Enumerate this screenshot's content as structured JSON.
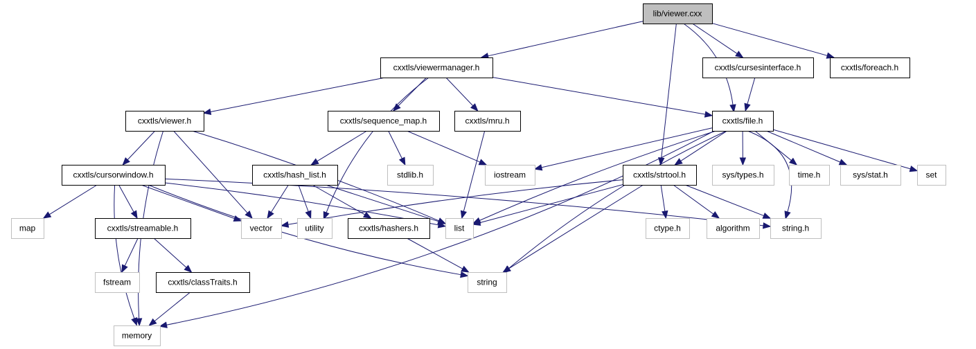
{
  "graph": {
    "colors": {
      "edge": "#191970",
      "root_fill": "#bfbfbf",
      "local_border": "#000000",
      "system_border": "#bfbfbf"
    },
    "nodes": {
      "root": {
        "label": "lib/viewer.cxx",
        "kind": "root"
      },
      "viewermanager": {
        "label": "cxxtls/viewermanager.h",
        "kind": "local"
      },
      "cursesinterface": {
        "label": "cxxtls/cursesinterface.h",
        "kind": "local"
      },
      "foreach": {
        "label": "cxxtls/foreach.h",
        "kind": "local"
      },
      "viewer": {
        "label": "cxxtls/viewer.h",
        "kind": "local"
      },
      "sequence_map": {
        "label": "cxxtls/sequence_map.h",
        "kind": "local"
      },
      "mru": {
        "label": "cxxtls/mru.h",
        "kind": "local"
      },
      "file": {
        "label": "cxxtls/file.h",
        "kind": "local"
      },
      "cursorwindow": {
        "label": "cxxtls/cursorwindow.h",
        "kind": "local"
      },
      "hash_list": {
        "label": "cxxtls/hash_list.h",
        "kind": "local"
      },
      "stdlib": {
        "label": "stdlib.h",
        "kind": "system"
      },
      "iostream": {
        "label": "iostream",
        "kind": "system"
      },
      "strtool": {
        "label": "cxxtls/strtool.h",
        "kind": "local"
      },
      "systypes": {
        "label": "sys/types.h",
        "kind": "system"
      },
      "timeh": {
        "label": "time.h",
        "kind": "system"
      },
      "sysstat": {
        "label": "sys/stat.h",
        "kind": "system"
      },
      "set": {
        "label": "set",
        "kind": "system"
      },
      "map": {
        "label": "map",
        "kind": "system"
      },
      "streamable": {
        "label": "cxxtls/streamable.h",
        "kind": "local"
      },
      "vector": {
        "label": "vector",
        "kind": "system"
      },
      "utility": {
        "label": "utility",
        "kind": "system"
      },
      "hashers": {
        "label": "cxxtls/hashers.h",
        "kind": "local"
      },
      "list": {
        "label": "list",
        "kind": "system"
      },
      "ctype": {
        "label": "ctype.h",
        "kind": "system"
      },
      "algorithm": {
        "label": "algorithm",
        "kind": "system"
      },
      "stringh": {
        "label": "string.h",
        "kind": "system"
      },
      "fstream": {
        "label": "fstream",
        "kind": "system"
      },
      "classtraits": {
        "label": "cxxtls/classTraits.h",
        "kind": "local"
      },
      "string": {
        "label": "string",
        "kind": "system"
      },
      "memory": {
        "label": "memory",
        "kind": "system"
      }
    },
    "edges": [
      [
        "root",
        "viewermanager"
      ],
      [
        "root",
        "cursesinterface"
      ],
      [
        "root",
        "foreach"
      ],
      [
        "root",
        "file"
      ],
      [
        "root",
        "strtool"
      ],
      [
        "viewermanager",
        "viewer"
      ],
      [
        "viewermanager",
        "sequence_map"
      ],
      [
        "viewermanager",
        "mru"
      ],
      [
        "viewermanager",
        "file"
      ],
      [
        "viewermanager",
        "utility"
      ],
      [
        "cursesinterface",
        "file"
      ],
      [
        "viewer",
        "cursorwindow"
      ],
      [
        "viewer",
        "vector"
      ],
      [
        "viewer",
        "list"
      ],
      [
        "viewer",
        "memory"
      ],
      [
        "sequence_map",
        "hash_list"
      ],
      [
        "sequence_map",
        "stdlib"
      ],
      [
        "sequence_map",
        "iostream"
      ],
      [
        "mru",
        "list"
      ],
      [
        "file",
        "iostream"
      ],
      [
        "file",
        "strtool"
      ],
      [
        "file",
        "systypes"
      ],
      [
        "file",
        "timeh"
      ],
      [
        "file",
        "sysstat"
      ],
      [
        "file",
        "set"
      ],
      [
        "file",
        "list"
      ],
      [
        "file",
        "string"
      ],
      [
        "file",
        "stringh"
      ],
      [
        "file",
        "memory"
      ],
      [
        "cursorwindow",
        "map"
      ],
      [
        "cursorwindow",
        "streamable"
      ],
      [
        "cursorwindow",
        "vector"
      ],
      [
        "cursorwindow",
        "list"
      ],
      [
        "cursorwindow",
        "stringh"
      ],
      [
        "cursorwindow",
        "string"
      ],
      [
        "cursorwindow",
        "memory"
      ],
      [
        "hash_list",
        "vector"
      ],
      [
        "hash_list",
        "utility"
      ],
      [
        "hash_list",
        "hashers"
      ],
      [
        "hash_list",
        "list"
      ],
      [
        "strtool",
        "vector"
      ],
      [
        "strtool",
        "list"
      ],
      [
        "strtool",
        "ctype"
      ],
      [
        "strtool",
        "algorithm"
      ],
      [
        "strtool",
        "stringh"
      ],
      [
        "strtool",
        "string"
      ],
      [
        "streamable",
        "fstream"
      ],
      [
        "streamable",
        "classtraits"
      ],
      [
        "hashers",
        "string"
      ],
      [
        "classtraits",
        "memory"
      ]
    ]
  }
}
